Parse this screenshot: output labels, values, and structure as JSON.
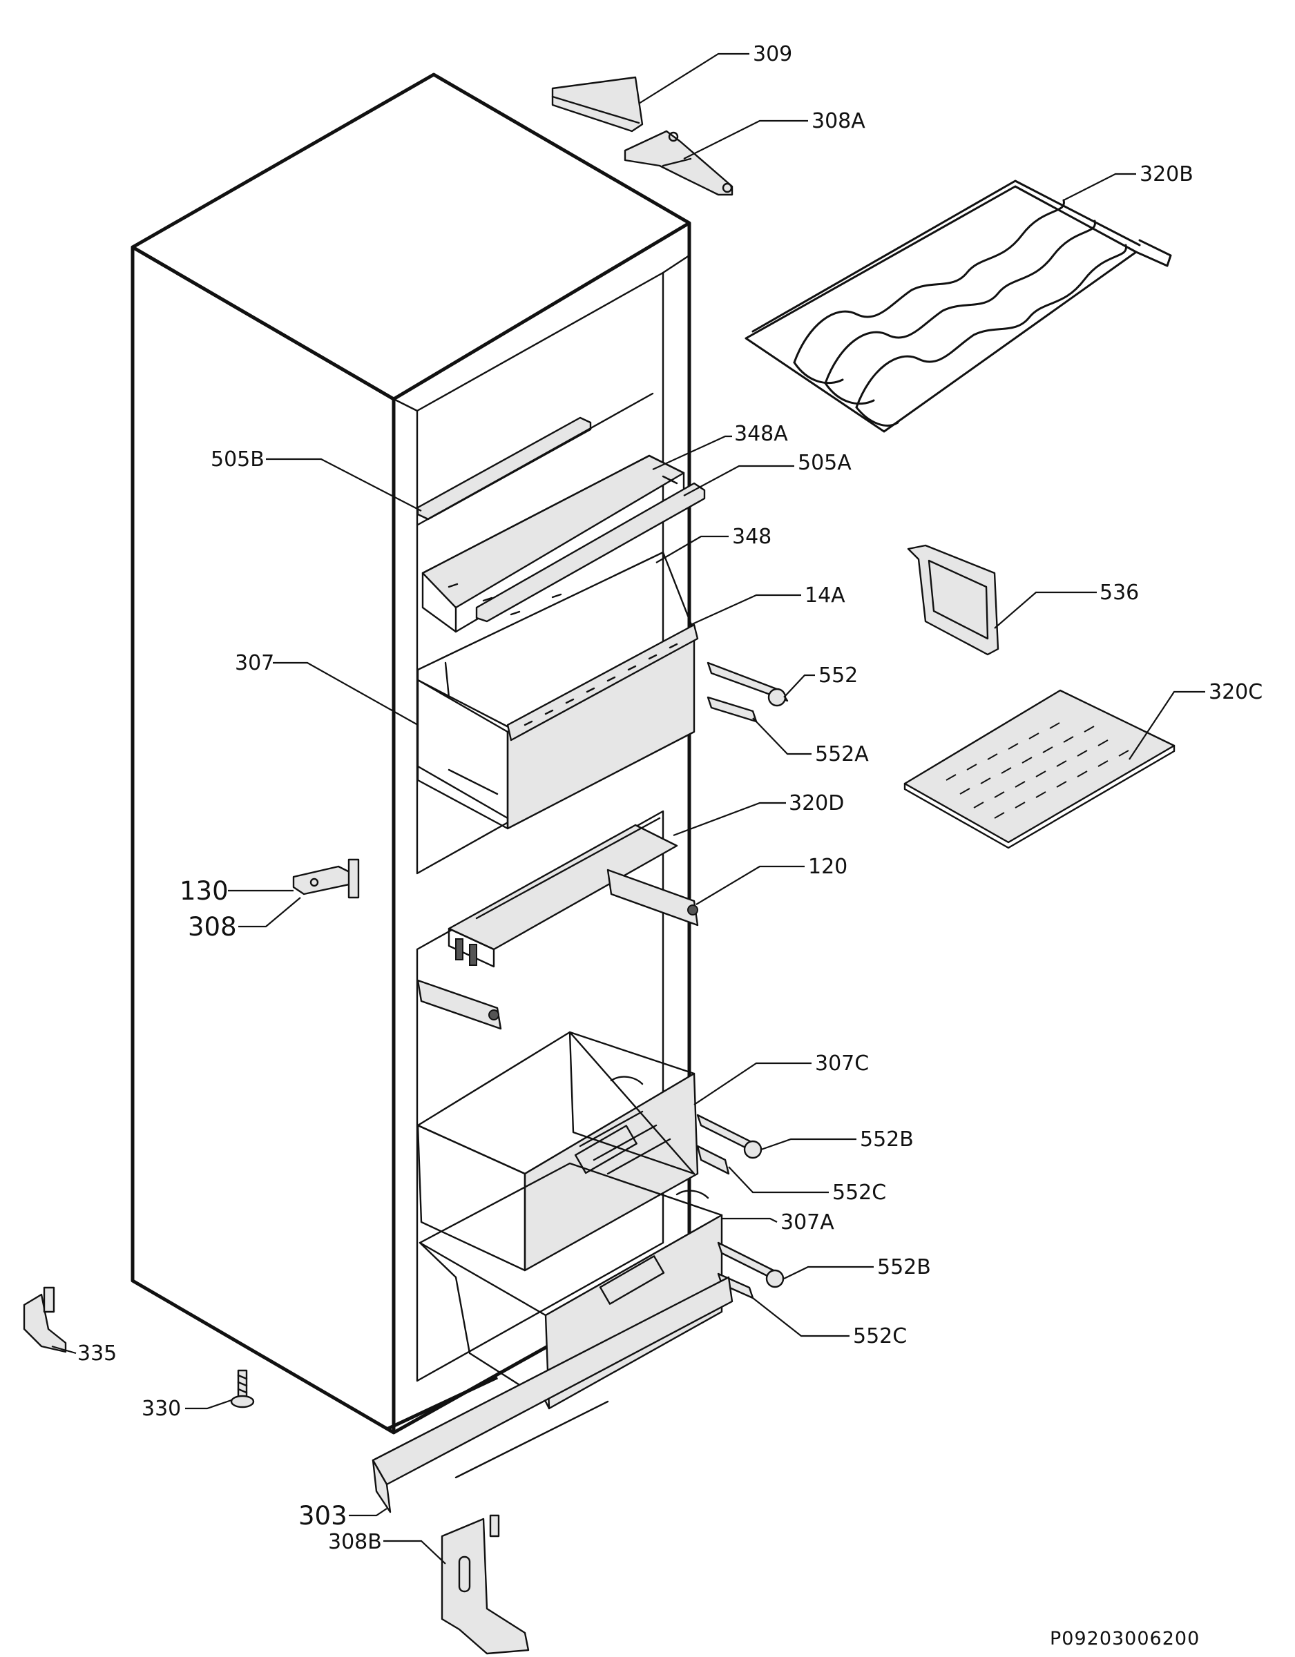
{
  "diagram": {
    "document_id": "P09203006200",
    "labels": {
      "l309": "309",
      "l308A": "308A",
      "l320B": "320B",
      "l348A": "348A",
      "l505B": "505B",
      "l505A": "505A",
      "l348": "348",
      "l536": "536",
      "l14A": "14A",
      "l307": "307",
      "l552": "552",
      "l320C": "320C",
      "l552A": "552A",
      "l320D": "320D",
      "l120": "120",
      "l130": "130",
      "l308": "308",
      "l307C": "307C",
      "l552B_1": "552B",
      "l552C_1": "552C",
      "l307A": "307A",
      "l552B_2": "552B",
      "l552C_2": "552C",
      "l335": "335",
      "l330": "330",
      "l303": "303",
      "l308B": "308B"
    }
  }
}
